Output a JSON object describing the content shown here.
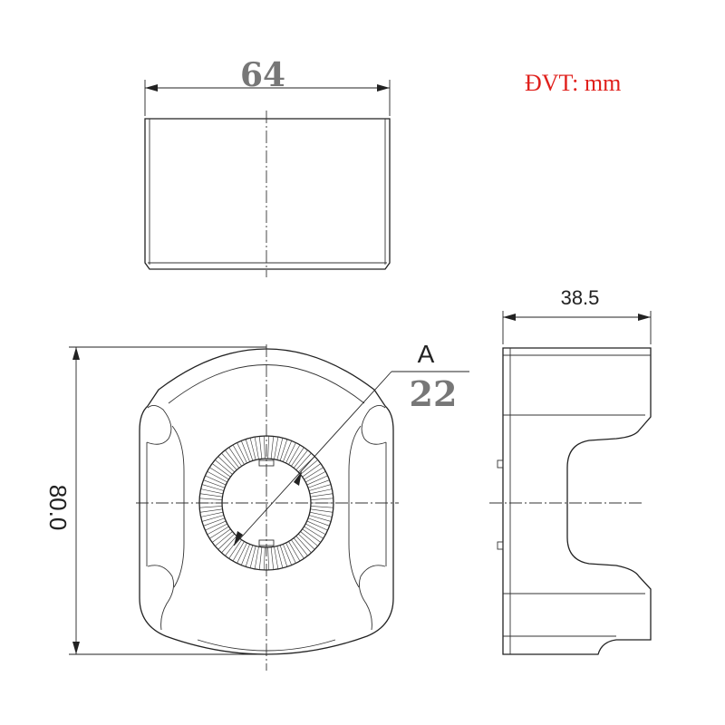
{
  "unit_note": "ĐVT: mm",
  "dimensions": {
    "top_width": "64",
    "side_width": "38.5",
    "height": "80.0",
    "section_mark": "A",
    "bore_diameter": "22"
  },
  "colors": {
    "line": "#222222",
    "dimension_text_large": "#777777",
    "unit_note": "#e0201c",
    "background": "#ffffff"
  }
}
